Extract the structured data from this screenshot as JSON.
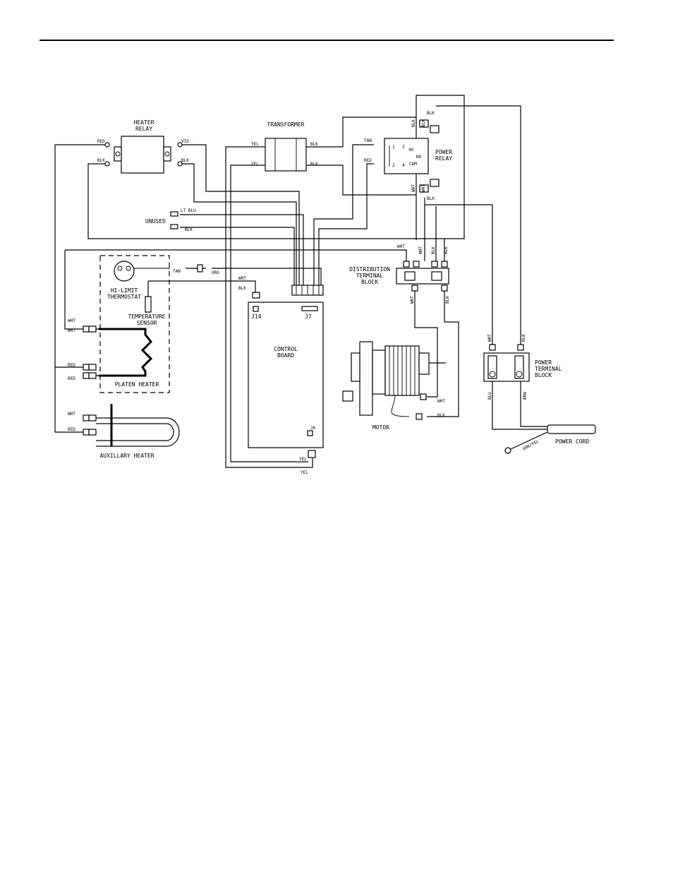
{
  "components": {
    "heater_relay": "HEATER\nRELAY",
    "transformer": "TRANSFORMER",
    "power_relay": "POWER\nRELAY",
    "unused": "UNUSED",
    "hi_limit_thermostat": "HI-LIMIT\nTHERMOSTAT",
    "temperature_sensor": "TEMPERATURE\nSENSOR",
    "distribution_terminal_block": "DISTRIBUTION\nTERMINAL\nBLOCK",
    "control_board": "CONTROL\nBOARD",
    "platen_heater": "PLATEN HEATER",
    "motor": "MOTOR",
    "power_terminal_block": "POWER\nTERMINAL\nBLOCK",
    "auxiliary_heater": "AUXILLARY HEATER",
    "power_cord": "POWER CORD"
  },
  "connectors": {
    "j14": "J14",
    "j7": "J7",
    "j6": "J6"
  },
  "power_relay_pins": [
    "1",
    "2",
    "3",
    "4"
  ],
  "power_relay_coil": [
    "NC",
    "NO",
    "COM"
  ],
  "wire_labels": {
    "red": "RED",
    "blk": "BLK",
    "vio": "VIO",
    "yel": "YEL",
    "tan": "TAN",
    "wht": "WHT",
    "lt_blu": "LT BLU",
    "org": "ORG",
    "blu": "BLU",
    "brn": "BRN",
    "grn_yel": "GRN/YEL"
  }
}
